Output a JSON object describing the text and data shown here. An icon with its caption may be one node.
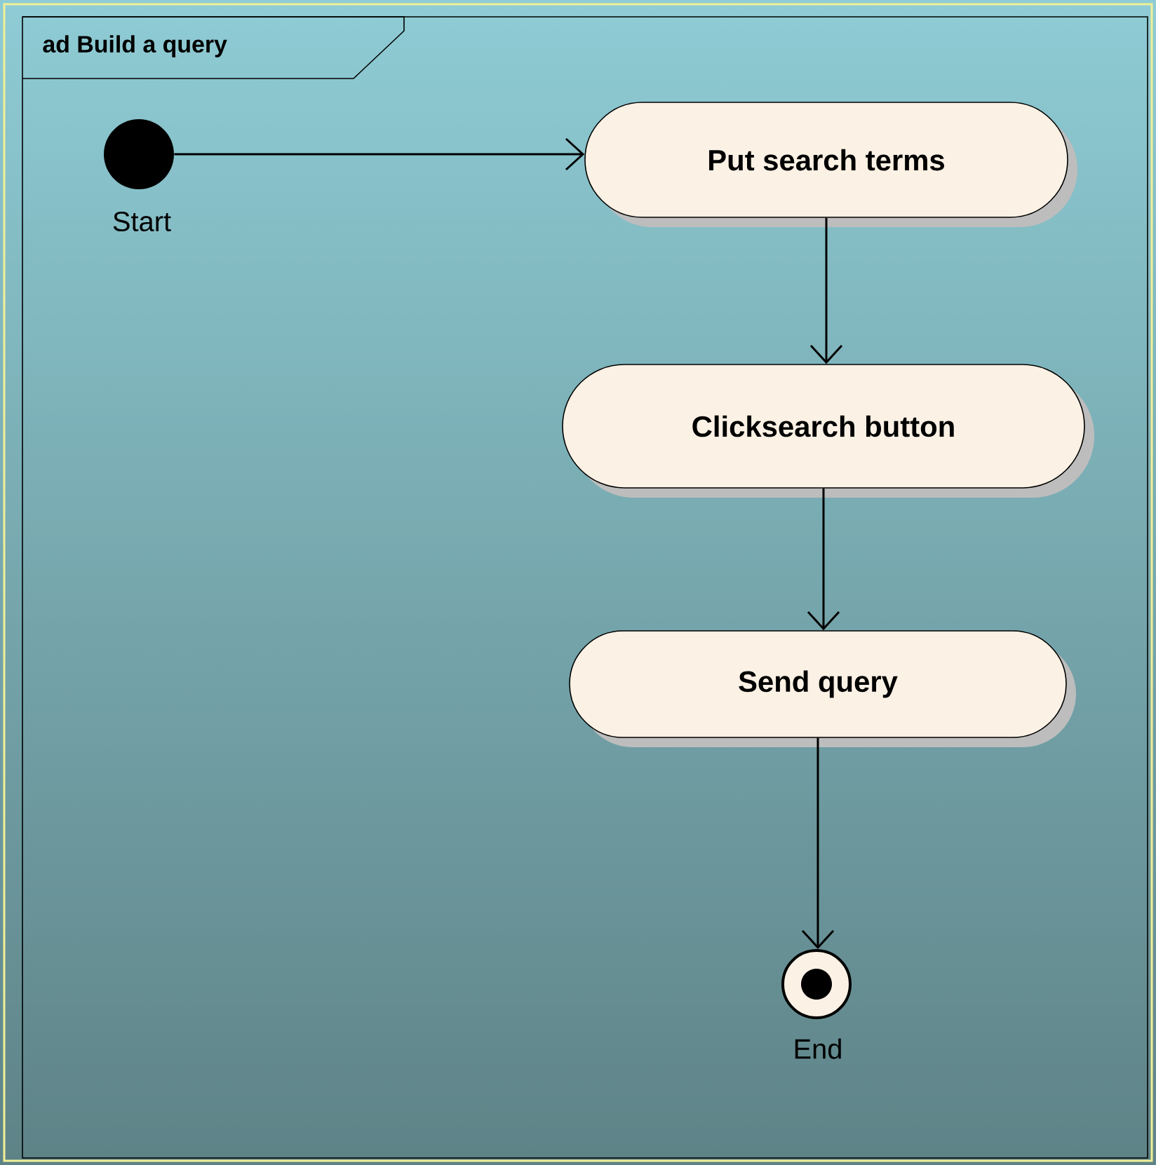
{
  "diagram": {
    "title": "ad Build a query",
    "nodes": [
      {
        "text": [],
        "shape": "circle",
        "beside": [
          "Start"
        ]
      },
      {
        "text": [
          "Put search terms"
        ]
      },
      {
        "text": [
          "Clicksearch button"
        ]
      },
      {
        "text": [
          "Send query"
        ]
      },
      {
        "text": [],
        "shape": "bullseye",
        "beside": [
          "End"
        ]
      }
    ],
    "edges": [
      {
        "from": 0,
        "to": 1,
        "arrow": "to"
      },
      {
        "from": 1,
        "to": 2,
        "arrow": "to"
      },
      {
        "from": 2,
        "to": 3,
        "arrow": "to"
      },
      {
        "from": 3,
        "to": 4,
        "arrow": "to"
      }
    ]
  }
}
